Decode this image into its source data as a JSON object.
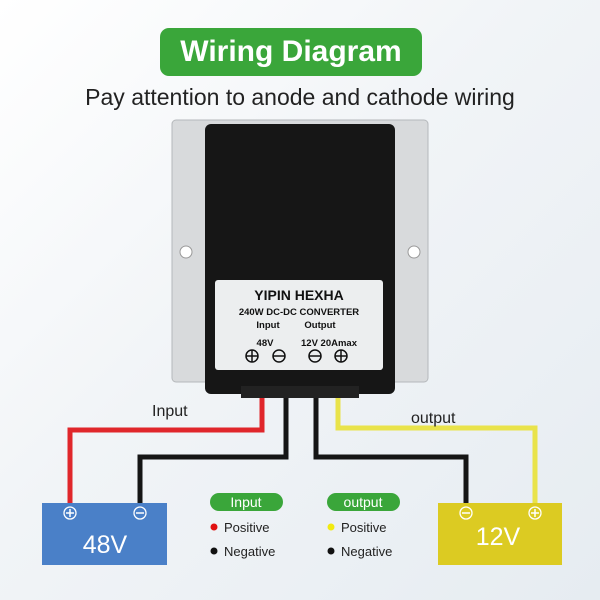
{
  "title": "Wiring Diagram",
  "subtitle": "Pay attention to anode and cathode wiring",
  "converter": {
    "brand": "YIPIN HEXHA",
    "model": "240W DC-DC CONVERTER",
    "input_label": "Input",
    "output_label": "Output",
    "input_value": "48V",
    "output_value": "12V 20Amax"
  },
  "wire_labels": {
    "input": "Input",
    "output": "output"
  },
  "batteries": {
    "input": {
      "voltage": "48V",
      "color": "#4a80c8"
    },
    "output": {
      "voltage": "12V",
      "color": "#dccb22"
    }
  },
  "legend": {
    "input": {
      "title": "Input",
      "positive": "Positive",
      "negative": "Negative",
      "positive_color": "#e01010",
      "negative_color": "#111111"
    },
    "output": {
      "title": "output",
      "positive": "Positive",
      "negative": "Negative",
      "positive_color": "#f2ea10",
      "negative_color": "#111111"
    }
  },
  "colors": {
    "accent_green": "#3aa63a",
    "red_wire": "#e0262b",
    "yellow_wire": "#e9e34a",
    "black_wire": "#151515"
  }
}
